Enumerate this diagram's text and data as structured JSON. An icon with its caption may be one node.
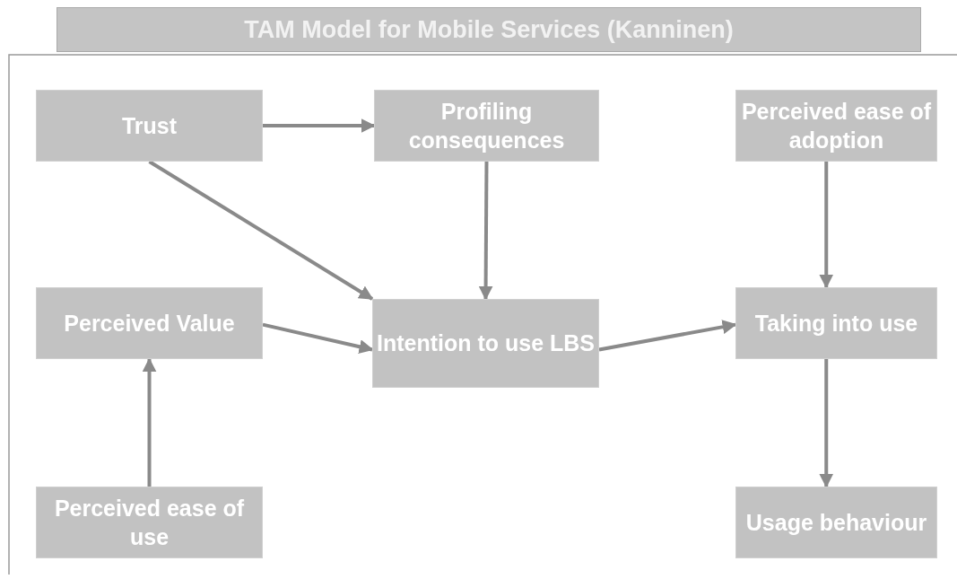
{
  "diagram": {
    "title": "TAM Model for Mobile Services (Kanninen)",
    "nodes": [
      {
        "text": [
          "Trust"
        ]
      },
      {
        "text": [
          "Profiling consequences"
        ]
      },
      {
        "text": [
          "Perceived ease of adoption"
        ]
      },
      {
        "text": [
          "Perceived Value"
        ]
      },
      {
        "text": [
          "Intention to use LBS"
        ]
      },
      {
        "text": [
          "Taking into use"
        ]
      },
      {
        "text": [
          "Perceived ease of use"
        ]
      },
      {
        "text": [
          "Usage behaviour"
        ]
      }
    ],
    "edges": [
      {
        "from": 0,
        "to": 1,
        "arrow": "to"
      },
      {
        "from": 0,
        "to": 4,
        "arrow": "to"
      },
      {
        "from": 1,
        "to": 4,
        "arrow": "to"
      },
      {
        "from": 2,
        "to": 5,
        "arrow": "to"
      },
      {
        "from": 3,
        "to": 4,
        "arrow": "to"
      },
      {
        "from": 6,
        "to": 3,
        "arrow": "to"
      },
      {
        "from": 4,
        "to": 5,
        "arrow": "to"
      },
      {
        "from": 5,
        "to": 7,
        "arrow": "to"
      }
    ]
  }
}
